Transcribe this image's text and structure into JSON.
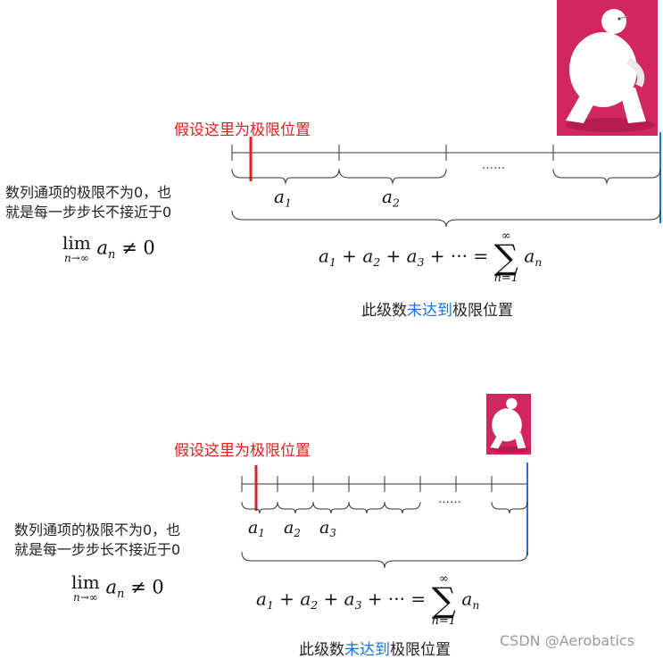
{
  "diagram1": {
    "limit_label": "假设这里为极限位置",
    "description_line1": "数列通项的极限不为0，也",
    "description_line2": "就是每一步步长不接近于0",
    "lim_word": "lim",
    "lim_sub": "n→∞",
    "lim_rhs": "≠ 0",
    "term_labels": [
      "a1",
      "a2"
    ],
    "dots": "……",
    "series_lhs": "a1 + a2 + a3 + ··· =",
    "sigma_top": "∞",
    "sigma_bottom": "n=1",
    "caption_before": "此级数",
    "caption_highlight": "未达到",
    "caption_after": "极限位置"
  },
  "diagram2": {
    "limit_label": "假设这里为极限位置",
    "description_line1": "数列通项的极限不为0，也",
    "description_line2": "就是每一步步长不接近于0",
    "lim_word": "lim",
    "lim_sub": "n→∞",
    "lim_rhs": "≠ 0",
    "term_labels": [
      "a1",
      "a2",
      "a3"
    ],
    "dots": "……",
    "series_lhs": "a1 + a2 + a3 + ··· =",
    "sigma_top": "∞",
    "sigma_bottom": "n=1",
    "caption_before": "此级数",
    "caption_highlight": "未达到",
    "caption_after": "极限位置"
  },
  "watermark": "CSDN @Aerobatics",
  "colors": {
    "limit_marker": "#e02020",
    "boundary": "#1a73d9",
    "avatar_bg": "#d1265f"
  },
  "icons": [
    "walking-figure-avatar"
  ]
}
